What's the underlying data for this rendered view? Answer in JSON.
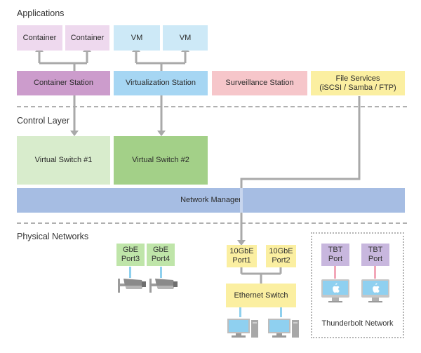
{
  "sections": {
    "applications": "Applications",
    "control_layer": "Control Layer",
    "physical_networks": "Physical Networks"
  },
  "apps": {
    "container_1": "Container",
    "container_2": "Container",
    "vm_1": "VM",
    "vm_2": "VM"
  },
  "stations": {
    "container_station": "Container Station",
    "virtualization_station": "Virtualization Station",
    "surveillance_station": "Surveillance Station",
    "file_services_line1": "File Services",
    "file_services_line2": "(iSCSI / Samba / FTP)"
  },
  "control": {
    "virtual_switch_1": "Virtual Switch #1",
    "virtual_switch_2": "Virtual Switch #2",
    "network_manager": "Network Manager"
  },
  "physical": {
    "gbe_port3_line1": "GbE",
    "gbe_port3_line2": "Port3",
    "gbe_port4_line1": "GbE",
    "gbe_port4_line2": "Port4",
    "tengbe_port1_line1": "10GbE",
    "tengbe_port1_line2": "Port1",
    "tengbe_port2_line1": "10GbE",
    "tengbe_port2_line2": "Port2",
    "ethernet_switch": "Ethernet Switch",
    "tbt_port1_line1": "TBT",
    "tbt_port1_line2": "Port",
    "tbt_port2_line1": "TBT",
    "tbt_port2_line2": "Port",
    "thunderbolt_network": "Thunderbolt Network"
  },
  "icons": {
    "camera": "security-camera-icon",
    "pc": "desktop-pc-icon",
    "mac": "imac-icon"
  },
  "colors": {
    "container_light": "#eed9ee",
    "container_dark": "#cc9ccc",
    "vm_light": "#cde9f7",
    "vm_dark": "#a6d6f3",
    "surveillance": "#f6c6ca",
    "file_services": "#fbefa1",
    "switch_light": "#d8eccc",
    "switch_dark": "#a3d088",
    "network_manager": "#a6bde3",
    "gbe": "#bfe5a9",
    "tengbe": "#fbefa1",
    "tbt": "#c8b7de",
    "connector": "#a9a9a9"
  }
}
